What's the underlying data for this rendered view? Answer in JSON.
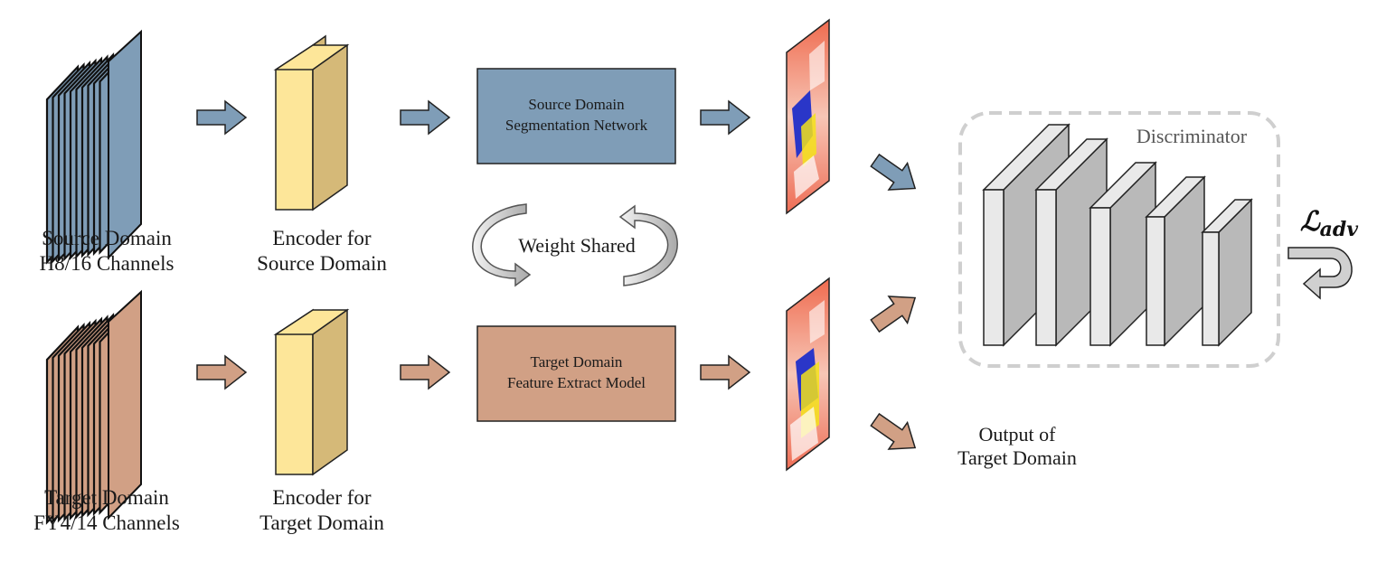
{
  "source_input": {
    "line1": "Source Domain",
    "line2": "H8/16 Channels"
  },
  "target_input": {
    "line1": "Target Domain",
    "line2": "FY4/14 Channels"
  },
  "encoder_source": {
    "line1": "Encoder for",
    "line2": "Source Domain"
  },
  "encoder_target": {
    "line1": "Encoder for",
    "line2": "Target Domain"
  },
  "source_network": {
    "line1": "Source Domain",
    "line2": "Segmentation Network"
  },
  "target_model": {
    "line1": "Target Domain",
    "line2": "Feature Extract Model"
  },
  "weight_shared": "Weight Shared",
  "discriminator": "Discriminator",
  "loss": {
    "symbol": "ℒ",
    "subscript": "adv"
  },
  "output": {
    "line1": "Output of",
    "line2": "Target Domain"
  },
  "colors": {
    "source": "#7f9db7",
    "target": "#d1a085",
    "encoder_front": "#fde699",
    "encoder_side": "#d5b978",
    "disc_front": "#e9e9e9",
    "disc_side": "#b9b9b9",
    "dashed_border": "#cfcfcf"
  }
}
